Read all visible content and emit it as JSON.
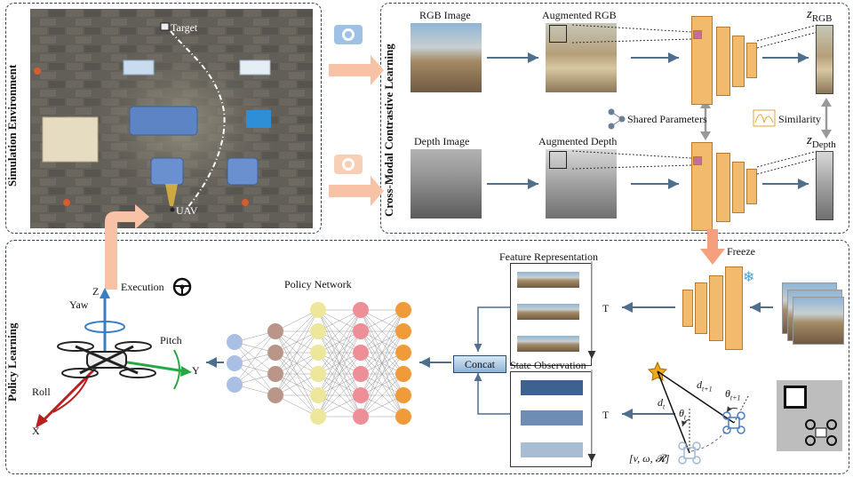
{
  "panels": {
    "simulation": "Simulation Environment",
    "contrastive": "Cross-Modal Contrastive Learning",
    "policy": "Policy Learning"
  },
  "simulation": {
    "target_label": "Target",
    "uav_label": "UAV"
  },
  "contrastive": {
    "rgb_image": "RGB Image",
    "augmented_rgb": "Augmented RGB",
    "depth_image": "Depth Image",
    "augmented_depth": "Augmented Depth",
    "z_rgb": "z",
    "z_rgb_sub": "RGB",
    "z_depth": "z",
    "z_depth_sub": "Depth",
    "shared_parameters": "Shared Parameters",
    "similarity": "Similarity"
  },
  "policy": {
    "freeze": "Freeze",
    "feature_representation": "Feature Representation",
    "state_observation": "State Observation",
    "t_label_1": "T",
    "t_label_2": "T",
    "concat": "Concat",
    "policy_network": "Policy Network",
    "execution": "Execution",
    "axis_z": "Z",
    "axis_y": "Y",
    "axis_x": "X",
    "yaw": "Yaw",
    "pitch": "Pitch",
    "roll": "Roll",
    "d_t": "d",
    "d_t_sub": "t",
    "d_t1": "d",
    "d_t1_sub": "t+1",
    "theta_t": "θ",
    "theta_t_sub": "t",
    "theta_t1": "θ",
    "theta_t1_sub": "t+1",
    "state_vector": "[v, ω, 𝓡]"
  },
  "colors": {
    "panel_border": "#2a3f55",
    "arrow": "#4f6f8f",
    "salmon_arrow": "#f4a07f",
    "cnn_block": "#f2ba6c",
    "nn_layer1": "#a9bfe3",
    "nn_layer2": "#b99688",
    "nn_layer3": "#ece79a",
    "nn_layer4": "#ee8f97",
    "nn_layer5": "#f09a3a"
  }
}
